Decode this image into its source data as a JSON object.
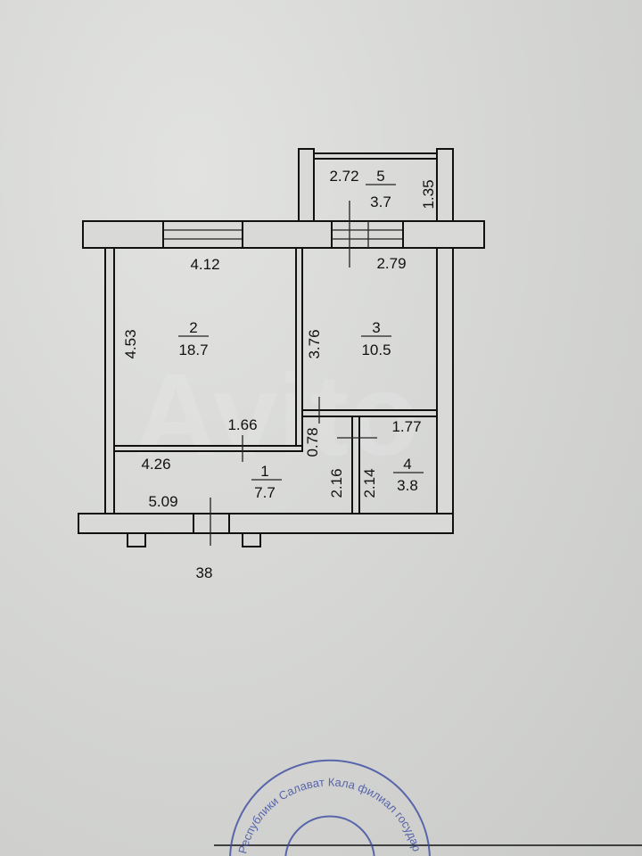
{
  "plan": {
    "rooms": [
      {
        "number": "1",
        "area": "7.7"
      },
      {
        "number": "2",
        "area": "18.7"
      },
      {
        "number": "3",
        "area": "10.5"
      },
      {
        "number": "4",
        "area": "3.8"
      },
      {
        "number": "5",
        "area": "3.7"
      }
    ],
    "dimensions": {
      "balcony_width": "2.72",
      "balcony_depth": "1.35",
      "room2_width": "4.12",
      "room3_width": "2.79",
      "room2_depth": "4.53",
      "room3_depth": "3.76",
      "room2_door": "1.66",
      "bath_width": "1.77",
      "passage": "0.78",
      "hall_inner": "4.26",
      "hall_outer": "5.09",
      "hall_side": "2.16",
      "bath_depth": "2.14"
    },
    "apartment_number": "38"
  },
  "watermark": "Avito",
  "stamp": {
    "text": "Республики Салават Кала филиал государственного унитарного предприятия технической инвентаризации Башкортостан"
  },
  "colors": {
    "ink": "#111111",
    "paper": "#d6d7d5",
    "stamp": "#3a4aa0"
  }
}
